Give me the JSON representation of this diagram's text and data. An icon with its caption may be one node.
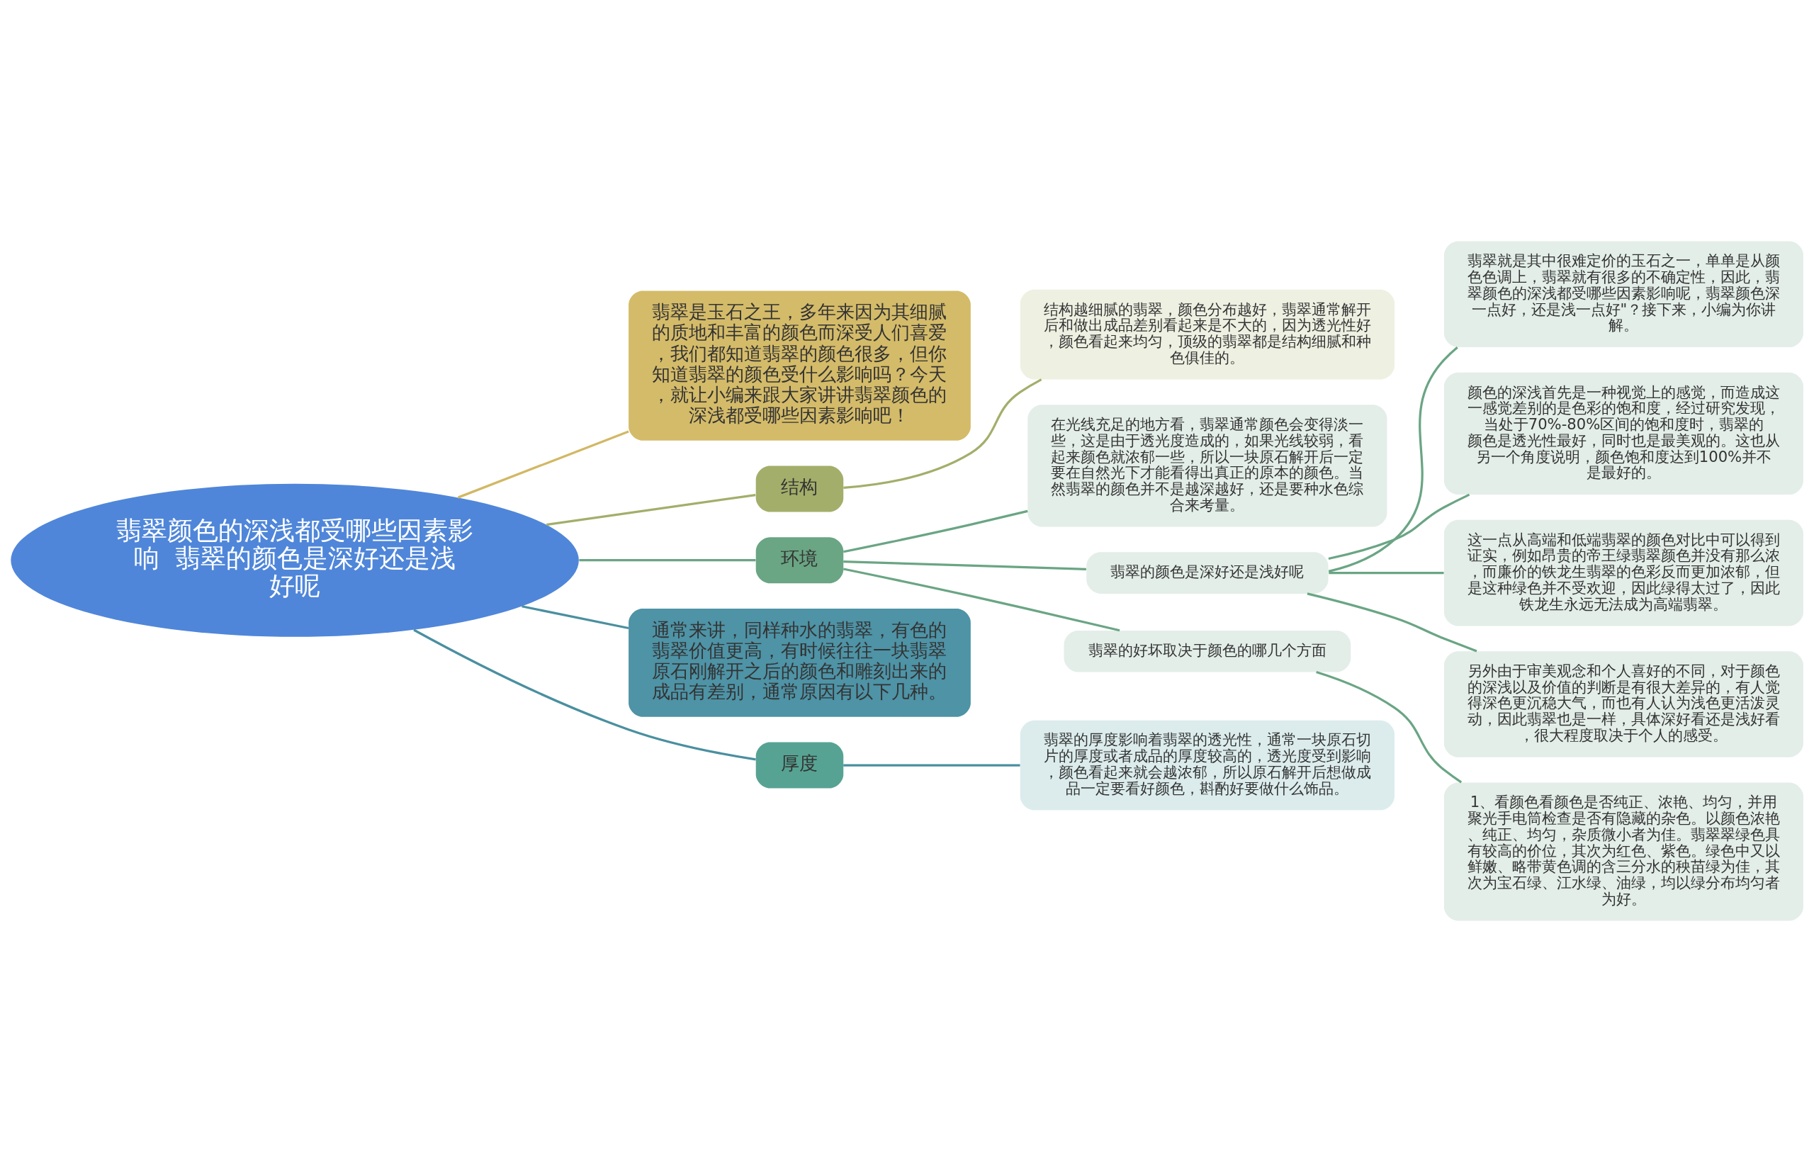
{
  "diagram": {
    "nodes": [
      {
        "text": [
          "翡翠颜色的深浅都受哪些因素影响  翡翠的颜色是深好还是浅好呢"
        ]
      },
      {
        "text": [
          "翡翠是玉石之王，多年来因为其细腻的质地和丰富的颜色而深受人们喜爱，我们都知道翡翠的颜色很多，但你知道翡翠的颜色受什么影响吗？今天，就让小编来跟大家讲讲翡翠颜色的深浅都受哪些因素影响吧！"
        ]
      },
      {
        "text": [
          "结构"
        ]
      },
      {
        "text": [
          "结构越细腻的翡翠，颜色分布越好，翡翠通常解开后和做出成品差别看起来是不大的，因为透光性好，颜色看起来均匀，顶级的翡翠都是结构细腻和种色俱佳的。"
        ]
      },
      {
        "text": [
          "环境"
        ]
      },
      {
        "text": [
          "在光线充足的地方看，翡翠通常颜色会变得淡一些，这是由于透光度造成的，如果光线较弱，看起来颜色就浓郁一些，所以一块原石解开后一定要在自然光下才能看得出真正的原本的颜色。当然翡翠的颜色并不是越深越好，还是要种水色综合来考量。"
        ]
      },
      {
        "text": [
          "翡翠的颜色是深好还是浅好呢"
        ]
      },
      {
        "text": [
          "翡翠就是其中很难定价的玉石之一，单单是从颜色色调上，翡翠就有很多的不确定性，因此，翡翠颜色的深浅都受哪些因素影响呢，翡翠颜色深一点好，还是浅一点好\"？接下来，小编为你讲解。"
        ]
      },
      {
        "text": [
          "颜色的深浅首先是一种视觉上的感觉，而造成这一感觉差别的是色彩的饱和度，经过研究发现，当处于70%-80%区间的饱和度时，翡翠的颜色是透光性最好，同时也是最美观的。这也从另一个角度说明，颜色饱和度达到100%并不是最好的。"
        ]
      },
      {
        "text": [
          "这一点从高端和低端翡翠的颜色对比中可以得到证实，例如昂贵的帝王绿翡翠颜色并没有那么浓，而廉价的铁龙生翡翠的色彩反而更加浓郁，但是这种绿色并不受欢迎，因此绿得太过了，因此铁龙生永远无法成为高端翡翠。"
        ]
      },
      {
        "text": [
          "另外由于审美观念和个人喜好的不同，对于颜色的深浅以及价值的判断是有很大差异的，有人觉得深色更沉稳大气，而也有人认为浅色更活泼灵动，因此翡翠也是一样，具体深好看还是浅好看，很大程度取决于个人的感受。"
        ]
      },
      {
        "text": [
          "翡翠的好坏取决于颜色的哪几个方面"
        ]
      },
      {
        "text": [
          "1、看颜色看颜色是否纯正、浓艳、均匀，并用聚光手电筒检查是否有隐藏的杂色。以颜色浓艳、纯正、均匀，杂质微小者为佳。翡翠翠绿色具有较高的价位，其次为红色、紫色。绿色中又以鲜嫩、略带黄色调的含三分水的秧苗绿为佳，其次为宝石绿、江水绿、油绿，均以绿分布均匀者为好。"
        ]
      },
      {
        "text": [
          "通常来讲，同样种水的翡翠，有色的翡翠价值更高，有时候往往一块翡翠原石刚解开之后的颜色和雕刻出来的成品有差别，通常原因有以下几种。"
        ]
      },
      {
        "text": [
          "厚度"
        ]
      },
      {
        "text": [
          "翡翠的厚度影响着翡翠的透光性，通常一块原石切片的厚度或者成品的厚度较高的，透光度受到影响，颜色看起来就会越浓郁，所以原石解开后想做成品一定要看好颜色，斟酌好要做什么饰品。"
        ]
      }
    ],
    "edges": [
      {
        "from": 0,
        "to": 1,
        "arrow": "none",
        "color": "#d2b865"
      },
      {
        "from": 0,
        "to": 2,
        "arrow": "none",
        "color": "#a3ae6a"
      },
      {
        "from": 2,
        "to": 3,
        "arrow": "none",
        "color": "#a3ae6a"
      },
      {
        "from": 0,
        "to": 4,
        "arrow": "none"
      },
      {
        "from": 4,
        "to": 5,
        "arrow": "none"
      },
      {
        "from": 4,
        "to": 6,
        "arrow": "none"
      },
      {
        "from": 6,
        "to": 7,
        "arrow": "none"
      },
      {
        "from": 6,
        "to": 8,
        "arrow": "none"
      },
      {
        "from": 6,
        "to": 9,
        "arrow": "none"
      },
      {
        "from": 6,
        "to": 10,
        "arrow": "none"
      },
      {
        "from": 4,
        "to": 11,
        "arrow": "none"
      },
      {
        "from": 11,
        "to": 12,
        "arrow": "none"
      },
      {
        "from": 0,
        "to": 13,
        "arrow": "none",
        "color": "#4a8fa0"
      },
      {
        "from": 0,
        "to": 14,
        "arrow": "none",
        "color": "#4a8fa0"
      },
      {
        "from": 14,
        "to": 15,
        "arrow": "none",
        "color": "#4a8fa0"
      }
    ]
  }
}
